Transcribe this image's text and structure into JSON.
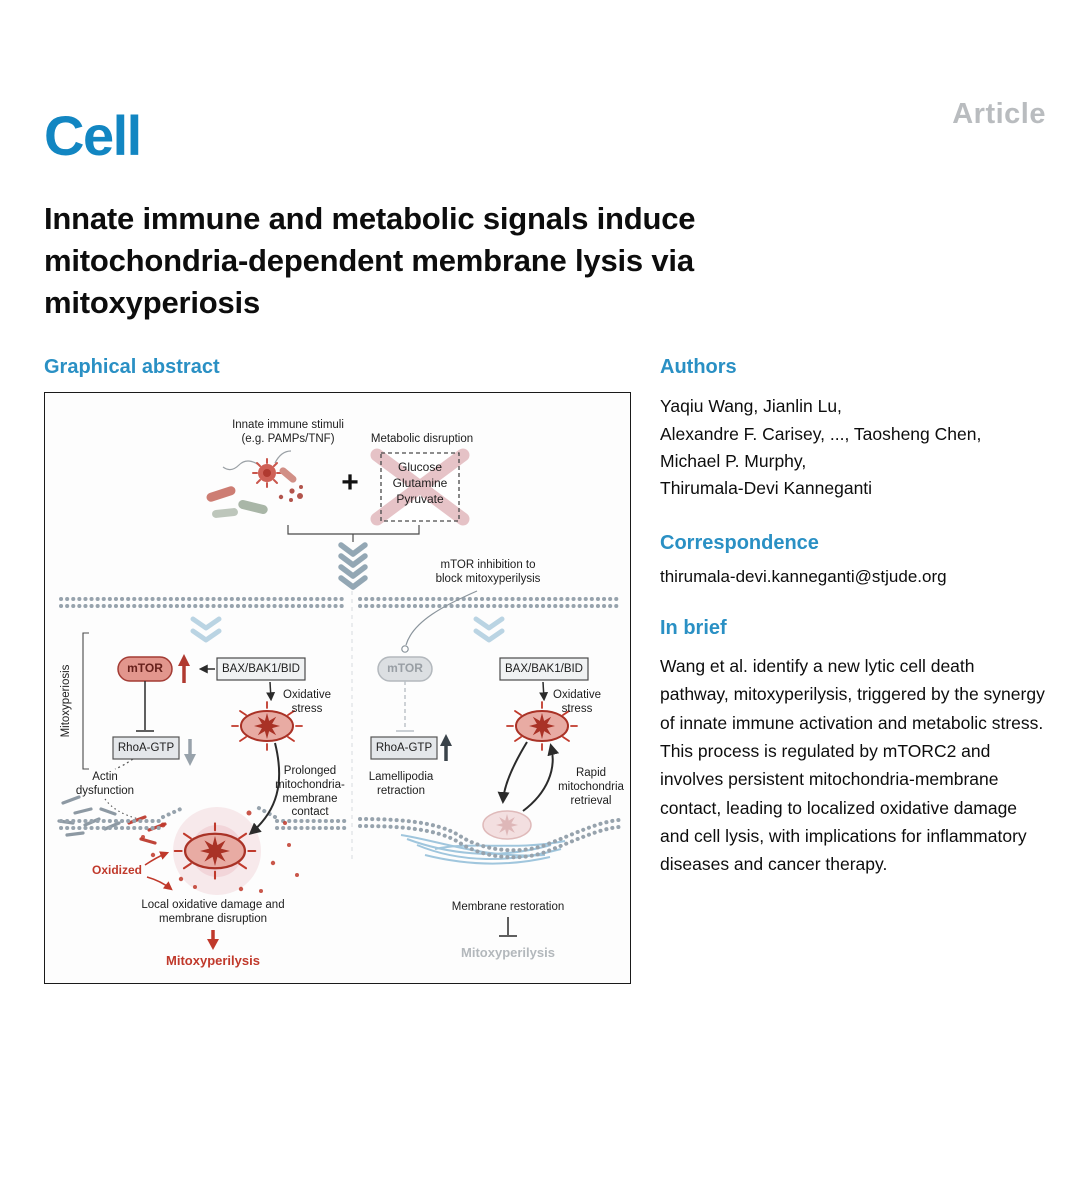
{
  "colors": {
    "cell_blue": "#1286c2",
    "heading_blue": "#2a90c4",
    "article_gray": "#b9bcbf",
    "accent_red": "#c0392b",
    "muted_gray": "#b3b8bc"
  },
  "header": {
    "journal_logo": "Cell",
    "article_type": "Article"
  },
  "title_lines": [
    "Innate immune and metabolic signals induce",
    "mitochondria-dependent membrane lysis via",
    "mitoxyperiosis"
  ],
  "graphical_abstract": {
    "heading": "Graphical abstract"
  },
  "authors": {
    "heading": "Authors",
    "lines": [
      "Yaqiu Wang, Jianlin Lu,",
      "Alexandre F. Carisey, ..., Taosheng Chen,",
      "Michael P. Murphy,",
      "Thirumala-Devi Kanneganti"
    ]
  },
  "correspondence": {
    "heading": "Correspondence",
    "email": "thirumala-devi.kanneganti@stjude.org"
  },
  "in_brief": {
    "heading": "In brief",
    "text": "Wang et al. identify a new lytic cell death pathway, mitoxyperilysis, triggered by the synergy of innate immune activation and metabolic stress. This process is regulated by mTORC2 and involves persistent mitochondria-membrane contact, leading to localized oxidative damage and cell lysis, with implications for inflammatory diseases and cancer therapy."
  },
  "figure": {
    "stimuli_label": "Innate immune stimuli\n(e.g. PAMPs/TNF)",
    "plus_sign": "+",
    "metabolic_label": "Metabolic disruption",
    "metabolites": [
      "Glucose",
      "Glutamine",
      "Pyruvate"
    ],
    "mtor_inhibition_note": "mTOR inhibition to\nblock mitoxyperilysis",
    "side_label": "Mitoxyperiosis",
    "left_panel": {
      "mtor_label": "mTOR",
      "bax_label": "BAX/BAK1/BID",
      "oxidative_stress": "Oxidative\nstress",
      "rhoa_label": "RhoA-GTP",
      "actin_dysfunction": "Actin\ndysfunction",
      "prolonged_contact": "Prolonged\nmitochondria-\nmembrane\ncontact",
      "oxidized": "Oxidized",
      "damage_label": "Local oxidative damage and\nmembrane disruption",
      "outcome": "Mitoxyperilysis"
    },
    "right_panel": {
      "mtor_label": "mTOR",
      "bax_label": "BAX/BAK1/BID",
      "oxidative_stress": "Oxidative\nstress",
      "rhoa_label": "RhoA-GTP",
      "lamellipodia": "Lamellipodia\nretraction",
      "rapid_retrieval": "Rapid\nmitochondria\nretrieval",
      "membrane_restoration": "Membrane restoration",
      "outcome": "Mitoxyperilysis"
    }
  }
}
